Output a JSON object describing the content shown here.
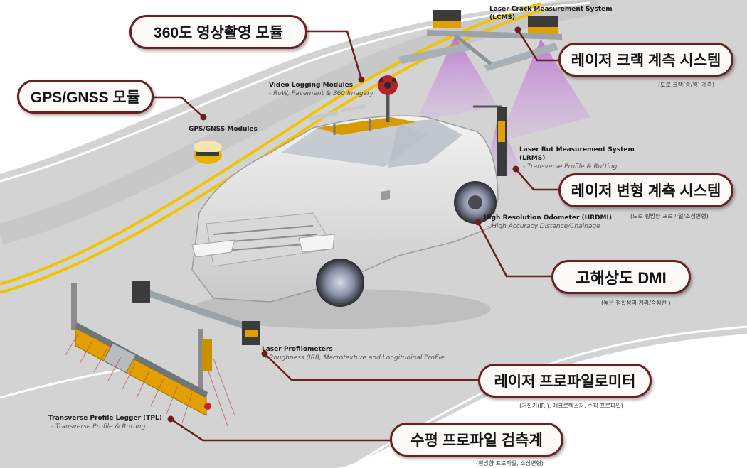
{
  "callouts": {
    "camera360": "360도 영상촬영 모듈",
    "gps": "GPS/GNSS 모듈",
    "lcms": "레이저 크랙 계측 시스템",
    "lrms": "레이저 변형 계측 시스템",
    "dmi": "고해상도 DMI",
    "profilometer": "레이저 프로파일로미터",
    "tpl": "수평 프로파일 검측계"
  },
  "notes": {
    "lcms": "(도로 크랙(종/횡) 계측)",
    "lrms": "(도로 횡방향 프로파일/소성변형)",
    "dmi": "(높은 정확성의 거리/중심선 )",
    "profilometer": "(거칠기(IRI), 매크로텍스처, 수직 프로파일)",
    "tpl": "(횡방향 프로파일, 소성변형)"
  },
  "labels": {
    "video_title": "Video Logging Modules",
    "video_sub": "- RoW, Pavement & 360 Imagery",
    "gps_title": "GPS/GNSS Modules",
    "lcms_title": "Laser Crack Measurement System",
    "lcms_sub": "(LCMS)",
    "lrms_title": "Laser Rut Measurement System",
    "lrms_sub": "(LRMS)",
    "lrms_desc": "- Transverse Profile & Rutting",
    "dmi_title": "High Resolution Odometer (HRDMI)",
    "dmi_sub": "- High Accuracy Distance/Chainage",
    "prof_title": "Laser Profilometers",
    "prof_sub": "- Roughness (IRI), Macrotexture and Longitudinal Profile",
    "tpl_title": "Transverse Profile Logger (TPL)",
    "tpl_sub": "- Transverse Profile & Rutting"
  },
  "colors": {
    "callout_border": "#6b1f1f",
    "leader_line": "#6b1f1f",
    "laser_beam": "#c080d8",
    "road_marking": "#f0c400",
    "vehicle_body": "#e4e4e4",
    "sensor_bar": "#e0a100"
  }
}
